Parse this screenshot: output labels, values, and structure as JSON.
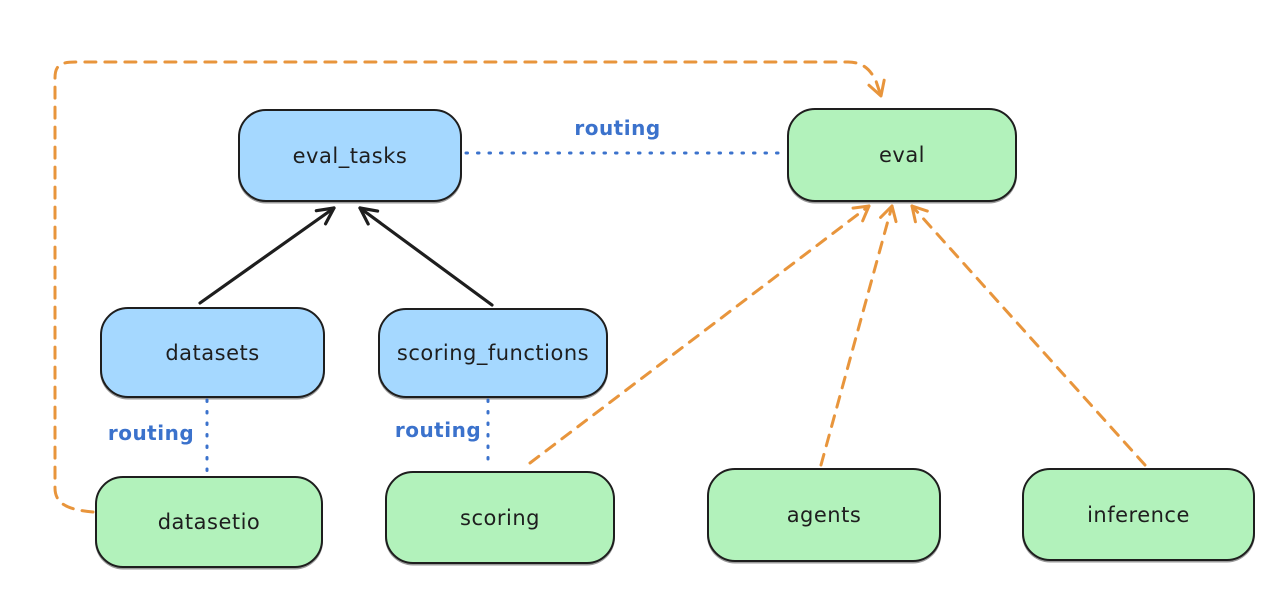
{
  "diagram": {
    "nodes": [
      {
        "id": "eval_tasks",
        "label": "eval_tasks",
        "kind": "resource",
        "fill": "#a5d8ff"
      },
      {
        "id": "eval",
        "label": "eval",
        "kind": "api",
        "fill": "#b2f2bb"
      },
      {
        "id": "datasets",
        "label": "datasets",
        "kind": "resource",
        "fill": "#a5d8ff"
      },
      {
        "id": "scoring_functions",
        "label": "scoring_functions",
        "kind": "resource",
        "fill": "#a5d8ff"
      },
      {
        "id": "datasetio",
        "label": "datasetio",
        "kind": "api",
        "fill": "#b2f2bb"
      },
      {
        "id": "scoring",
        "label": "scoring",
        "kind": "api",
        "fill": "#b2f2bb"
      },
      {
        "id": "agents",
        "label": "agents",
        "kind": "api",
        "fill": "#b2f2bb"
      },
      {
        "id": "inference",
        "label": "inference",
        "kind": "api",
        "fill": "#b2f2bb"
      }
    ],
    "edges": [
      {
        "from": "datasets",
        "to": "eval_tasks",
        "style": "solid-arrow",
        "color": "black"
      },
      {
        "from": "scoring_functions",
        "to": "eval_tasks",
        "style": "solid-arrow",
        "color": "black"
      },
      {
        "from": "eval_tasks",
        "to": "eval",
        "style": "dotted",
        "color": "blue",
        "label": "routing"
      },
      {
        "from": "datasets",
        "to": "datasetio",
        "style": "dotted",
        "color": "blue",
        "label": "routing"
      },
      {
        "from": "scoring_functions",
        "to": "scoring",
        "style": "dotted",
        "color": "blue",
        "label": "routing"
      },
      {
        "from": "datasetio",
        "to": "eval",
        "style": "dashed-arrow",
        "color": "orange"
      },
      {
        "from": "scoring",
        "to": "eval",
        "style": "dashed-arrow",
        "color": "orange"
      },
      {
        "from": "agents",
        "to": "eval",
        "style": "dashed-arrow",
        "color": "orange"
      },
      {
        "from": "inference",
        "to": "eval",
        "style": "dashed-arrow",
        "color": "orange"
      }
    ],
    "edge_labels": {
      "routing_top": "routing",
      "routing_datasets": "routing",
      "routing_scoring_functions": "routing"
    },
    "colors": {
      "black": "#1e1e1e",
      "orange": "#e8953c",
      "blue_line": "#3b72cc",
      "blue_fill": "#a5d8ff",
      "green_fill": "#b2f2bb",
      "background": "#ffffff"
    }
  }
}
